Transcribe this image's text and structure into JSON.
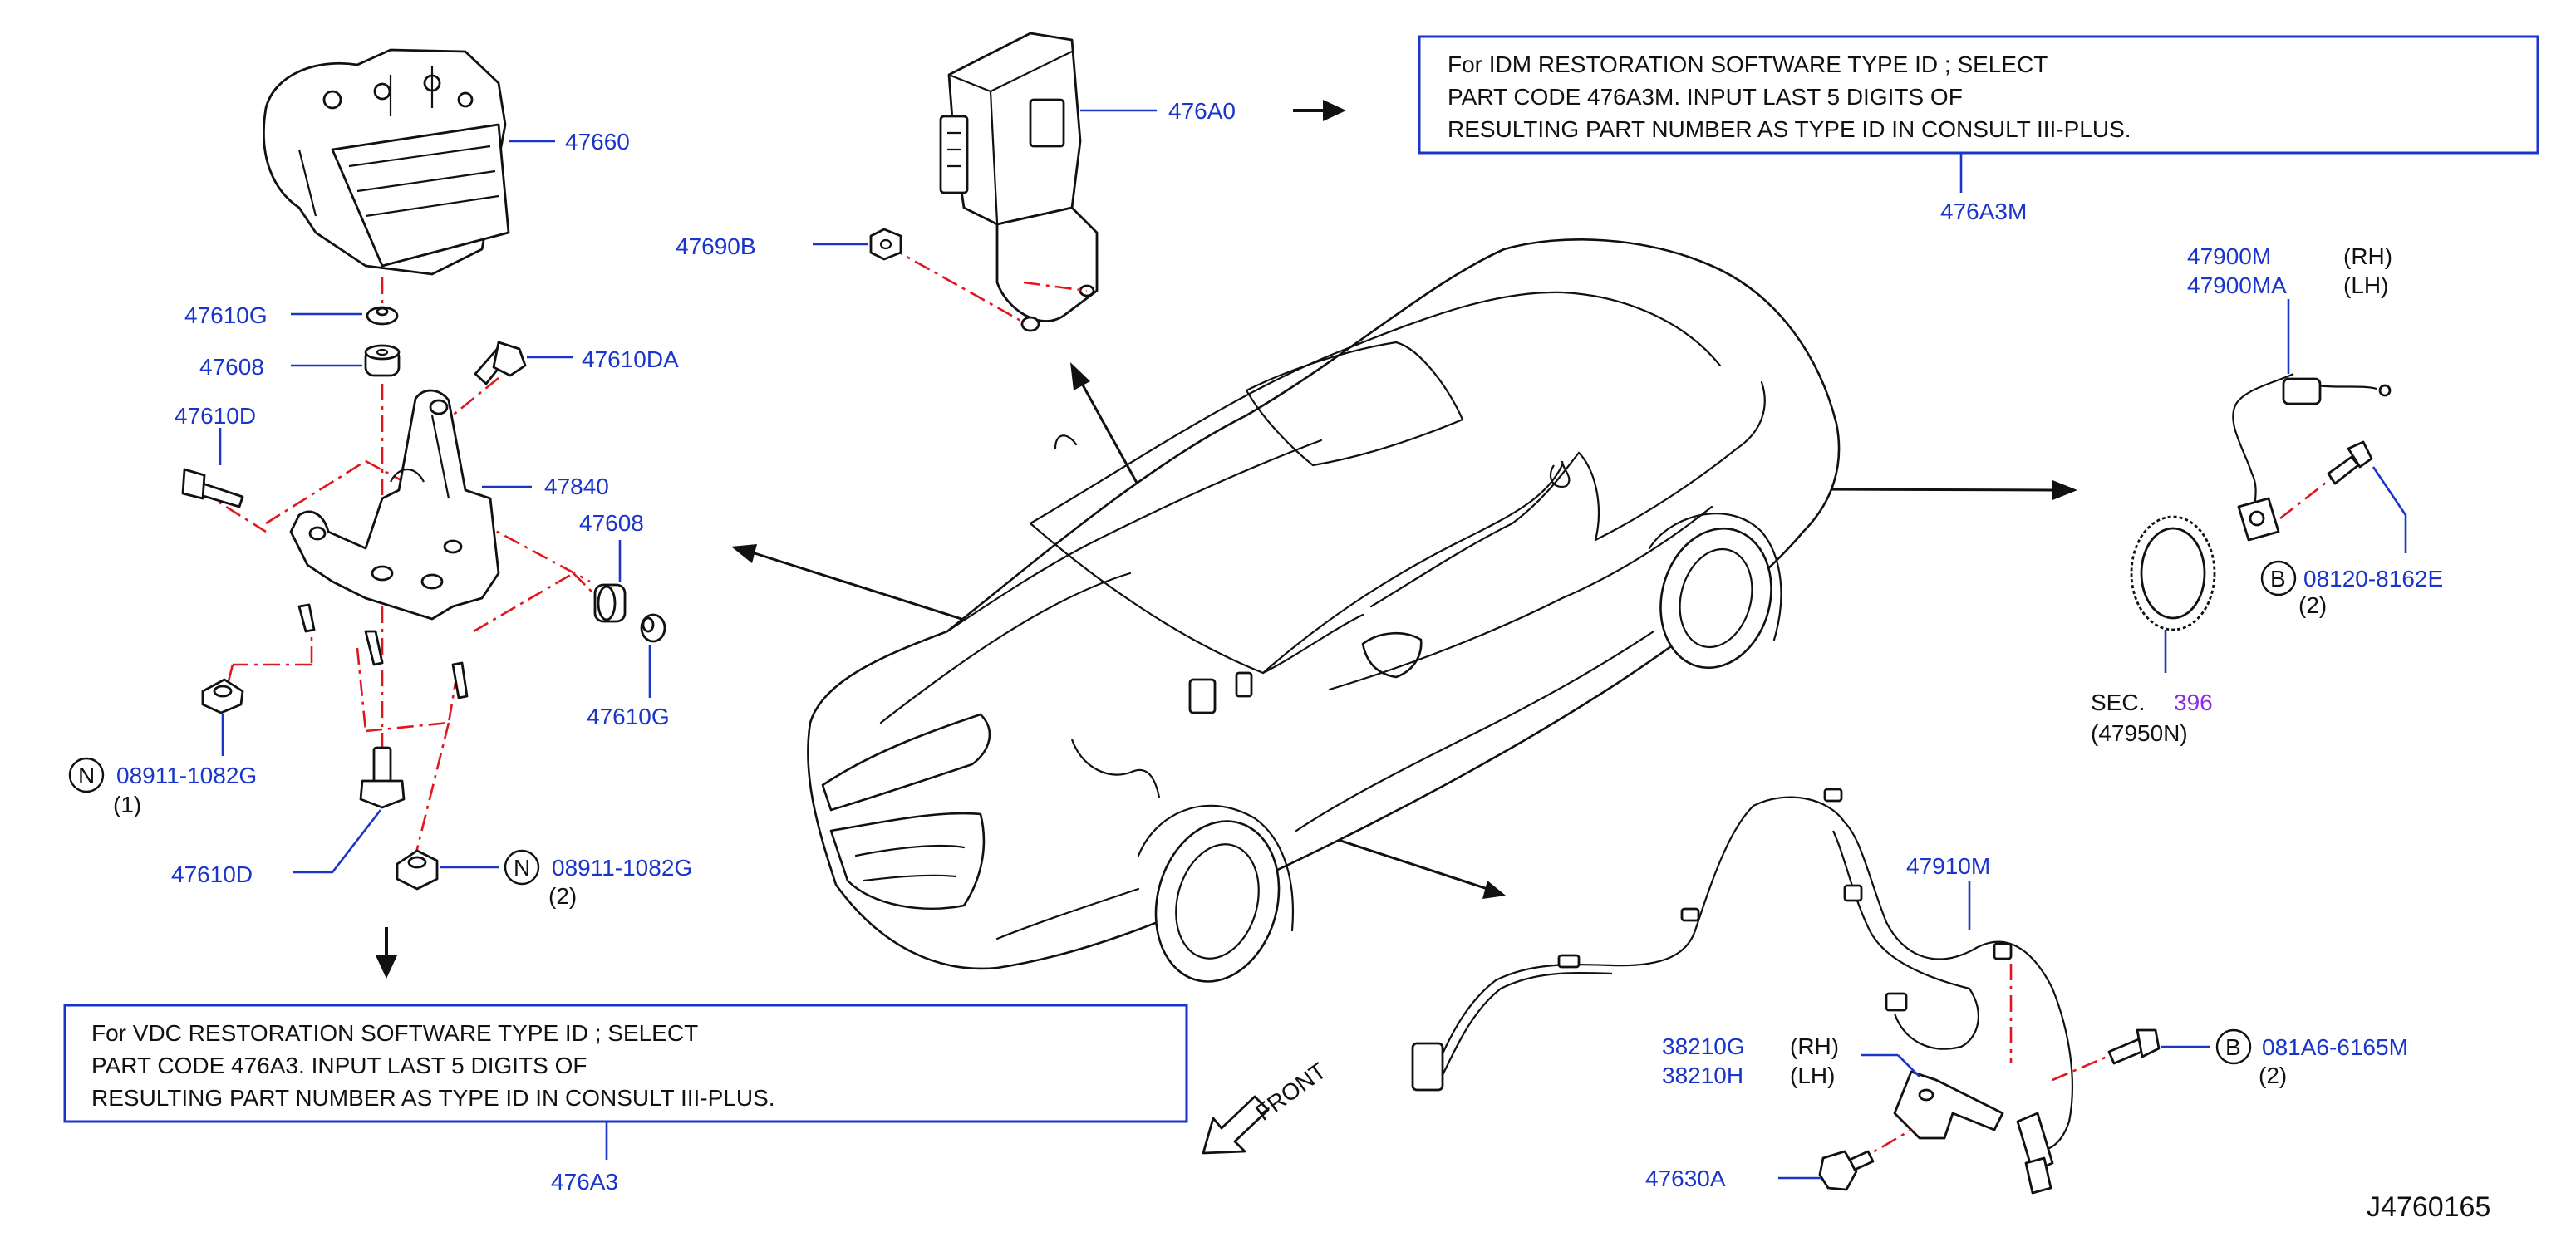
{
  "diagram_id": "J4760165",
  "notes": {
    "idm": {
      "lines": [
        "For  IDM  RESTORATION  SOFTWARE  TYPE  ID  ;  SELECT",
        "PART  CODE  476A3M.  INPUT  LAST  5  DIGITS  OF",
        "RESULTING  PART  NUMBER  AS  TYPE  ID  IN  CONSULT  III-PLUS."
      ],
      "code": "476A3M"
    },
    "vdc": {
      "lines": [
        "For  VDC  RESTORATION  SOFTWARE  TYPE  ID  ;  SELECT",
        "PART  CODE  476A3.  INPUT  LAST  5  DIGITS  OF",
        "RESULTING  PART  NUMBER  AS  TYPE  ID  IN  CONSULT  III-PLUS."
      ],
      "code": "476A3"
    }
  },
  "labels": {
    "p47660": "47660",
    "p476A0": "476A0",
    "p47690B": "47690B",
    "p47610G_top": "47610G",
    "p47608_top": "47608",
    "p47610DA": "47610DA",
    "p47610D_top": "47610D",
    "p47840": "47840",
    "p47608_right": "47608",
    "p47610G_right": "47610G",
    "p08911_a": "08911-1082G",
    "p08911_a_qty": "(1)",
    "p08911_b": "08911-1082G",
    "p08911_b_qty": "(2)",
    "p47610D_bottom": "47610D",
    "p47900M": "47900M",
    "p47900M_side": "(RH)",
    "p47900MA": "47900MA",
    "p47900MA_side": "(LH)",
    "p08120": "08120-8162E",
    "p08120_qty": "(2)",
    "sec_prefix": "SEC.",
    "sec_number": "396",
    "sec_part": "(47950N)",
    "p47910M": "47910M",
    "p38210G": "38210G",
    "p38210G_side": "(RH)",
    "p38210H": "38210H",
    "p38210H_side": "(LH)",
    "p47630A": "47630A",
    "p081A6": "081A6-6165M",
    "p081A6_qty": "(2)",
    "front": "FRONT"
  },
  "symbols": {
    "nut": "N",
    "bolt": "B"
  },
  "colors": {
    "part_number": "#1a35c9",
    "dash_line": "#e0181e",
    "section_ref": "#8a2be2",
    "outline": "#111111"
  }
}
